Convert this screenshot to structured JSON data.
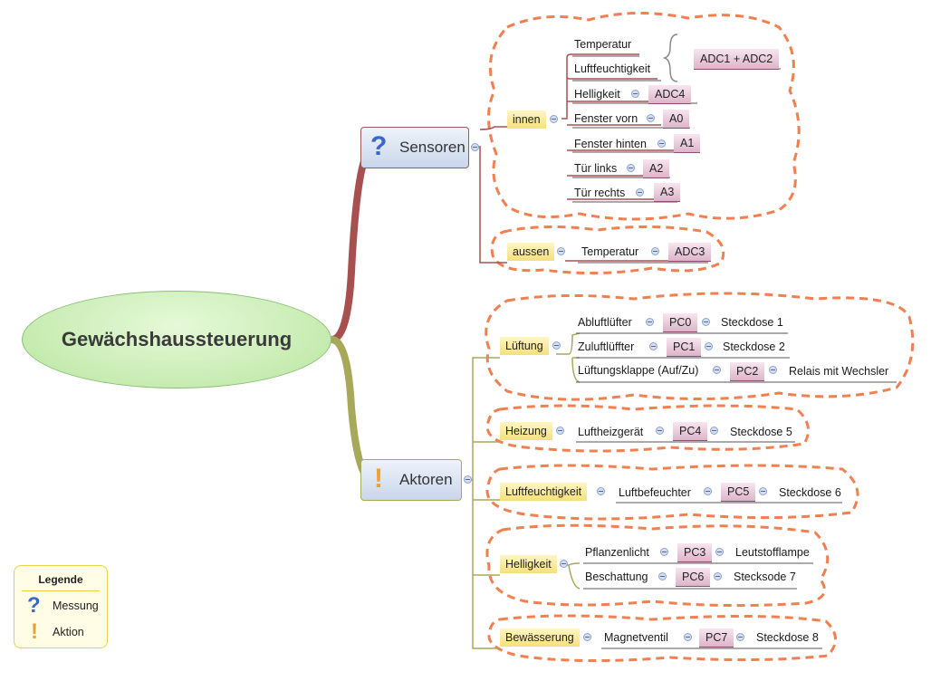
{
  "root": {
    "title": "Gewächshaussteuerung"
  },
  "sensoren": {
    "label": "Sensoren",
    "icon": "question-mark-icon",
    "innen": {
      "label": "innen",
      "items": [
        {
          "label": "Temperatur"
        },
        {
          "label": "Luftfeuchtigkeit"
        },
        {
          "label": "Helligkeit",
          "pin": "ADC4"
        },
        {
          "label": "Fenster vorn",
          "pin": "A0"
        },
        {
          "label": "Fenster hinten",
          "pin": "A1"
        },
        {
          "label": "Tür links",
          "pin": "A2"
        },
        {
          "label": "Tür rechts",
          "pin": "A3"
        }
      ],
      "group_pin": "ADC1 + ADC2"
    },
    "aussen": {
      "label": "aussen",
      "item": "Temperatur",
      "pin": "ADC3"
    }
  },
  "aktoren": {
    "label": "Aktoren",
    "icon": "exclamation-mark-icon",
    "lueftung": {
      "label": "Lüftung",
      "items": [
        {
          "label": "Abluftlüfter",
          "pin": "PC0",
          "target": "Steckdose 1"
        },
        {
          "label": "Zuluftlüffter",
          "pin": "PC1",
          "target": "Steckdose 2"
        },
        {
          "label": "Lüftungsklappe (Auf/Zu)",
          "pin": "PC2",
          "target": "Relais mit Wechsler"
        }
      ]
    },
    "heizung": {
      "label": "Heizung",
      "item": "Luftheizgerät",
      "pin": "PC4",
      "target": "Steckdose 5"
    },
    "luftfeuchtigkeit": {
      "label": "Luftfeuchtigkeit",
      "item": "Luftbefeuchter",
      "pin": "PC5",
      "target": "Steckdose 6"
    },
    "helligkeit": {
      "label": "Helligkeit",
      "items": [
        {
          "label": "Pflanzenlicht",
          "pin": "PC3",
          "target": "Leutstofflampe"
        },
        {
          "label": "Beschattung",
          "pin": "PC6",
          "target": "Stecksode 7"
        }
      ]
    },
    "bewaesserung": {
      "label": "Bewässerung",
      "item": "Magnetventil",
      "pin": "PC7",
      "target": "Steckdose 8"
    }
  },
  "legend": {
    "title": "Legende",
    "items": [
      {
        "label": "Messung",
        "icon": "question-mark-icon"
      },
      {
        "label": "Aktion",
        "icon": "exclamation-mark-icon"
      }
    ]
  },
  "colors": {
    "sensor_branch": "#a85050",
    "aktor_branch": "#a8a85a",
    "boundary": "#f08050",
    "pin_marker": "#dcb0c8",
    "category_marker": "#f8e890"
  }
}
